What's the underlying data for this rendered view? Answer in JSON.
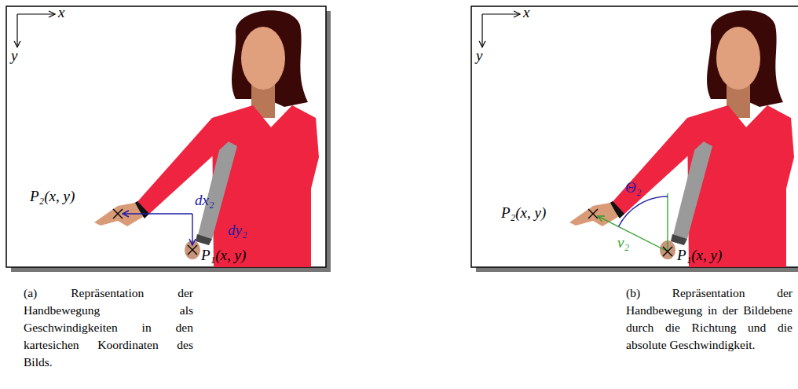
{
  "diagram": {
    "labels": [
      "x",
      "y",
      "P₂(x, y)",
      "dx₂",
      "dy₂",
      "P₁(x, y)",
      "(a) Repräsentation der Handbewegung als Geschwindigkeiten in den kartesichen Koordinaten des Bilds.",
      "x",
      "y",
      "P₂(x, y)",
      "Θ₂",
      "v₂",
      "P₁(x, y)",
      "(b) Repräsentation der Handbewegung in der Bildebene durch die Richtung und die absolute Geschwindigkeit."
    ]
  }
}
